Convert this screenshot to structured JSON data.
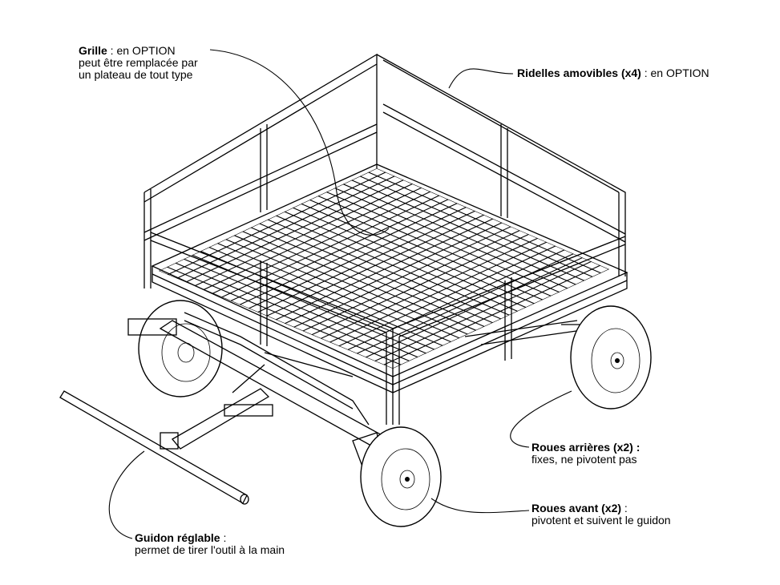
{
  "labels": {
    "grille": {
      "title": "Grille",
      "suffix": " : en OPTION",
      "line2": "peut être remplacée par",
      "line3": "un plateau de tout type"
    },
    "ridelles": {
      "title": "Ridelles amovibles (x4)",
      "suffix": " : en OPTION"
    },
    "roues_arrieres": {
      "title": "Roues arrières (x2) :",
      "line2": "fixes, ne pivotent pas"
    },
    "roues_avant": {
      "title": "Roues avant (x2)",
      "suffix": " :",
      "line2": "pivotent et suivent le guidon"
    },
    "guidon": {
      "title": "Guidon réglable",
      "suffix": " :",
      "line2": "permet de tirer l'outil à la main"
    }
  }
}
